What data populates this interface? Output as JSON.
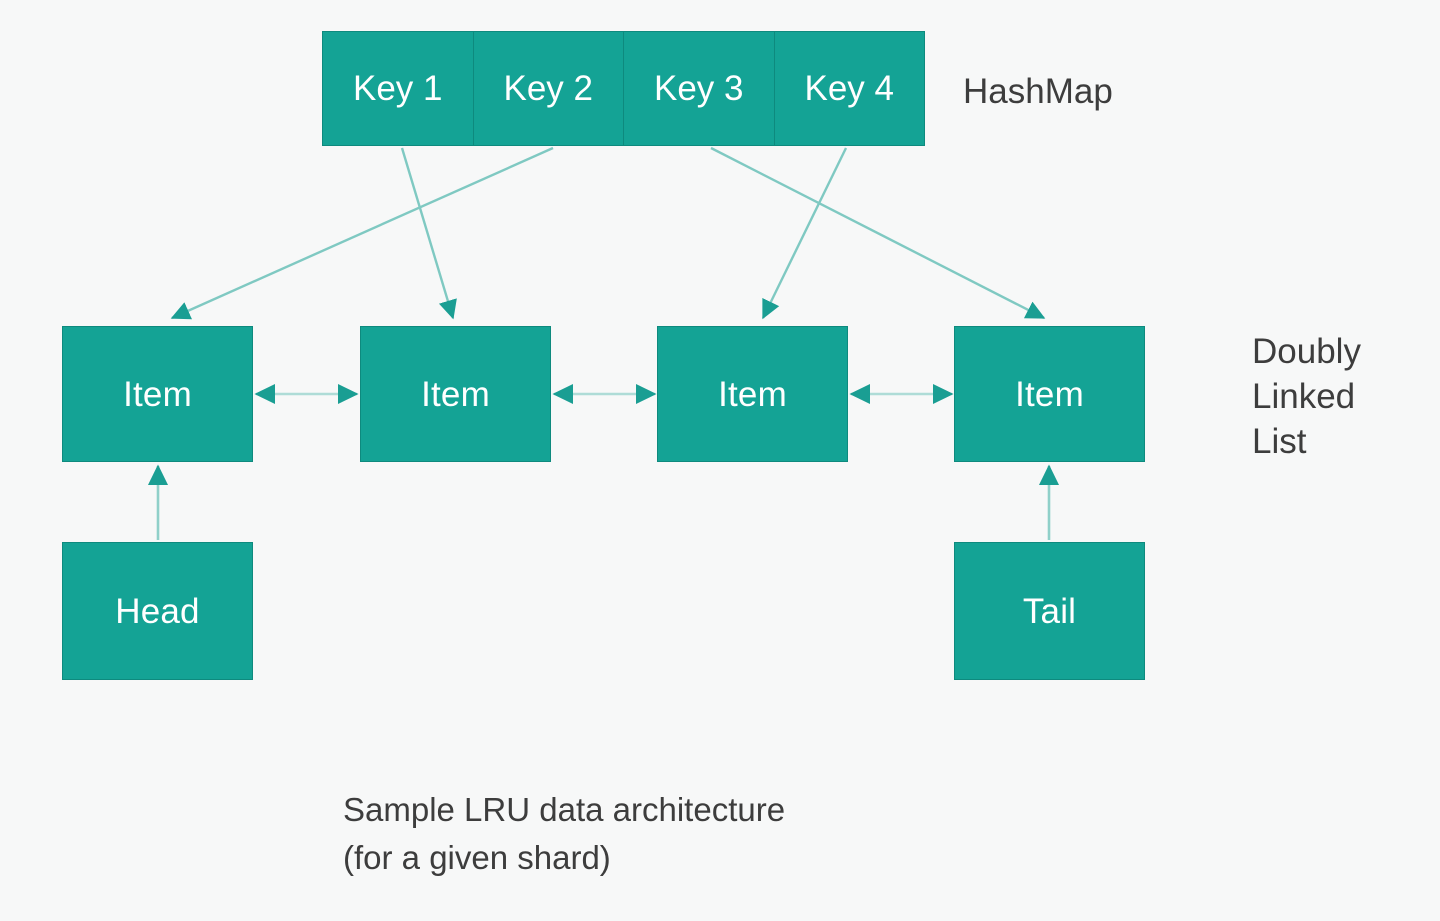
{
  "diagram": {
    "background_color": "#f7f8f8",
    "node_fill_color": "#14a395",
    "node_border_color": "#0e8a7e",
    "node_text_color": "#ffffff",
    "edge_color": "#7fc9c2",
    "caption_text_color": "#3d3d3d",
    "hashmap": {
      "caption": "HashMap",
      "cells": [
        {
          "label": "Key 1"
        },
        {
          "label": "Key 2"
        },
        {
          "label": "Key 3"
        },
        {
          "label": "Key 4"
        }
      ]
    },
    "linked_list": {
      "caption": "Doubly\nLinked\nList",
      "items": [
        {
          "label": "Item"
        },
        {
          "label": "Item"
        },
        {
          "label": "Item"
        },
        {
          "label": "Item"
        }
      ],
      "endpoints": {
        "head": "Head",
        "tail": "Tail"
      }
    },
    "edges": {
      "hashmap_to_item": [
        {
          "from": "Key 1",
          "to": "Item 2"
        },
        {
          "from": "Key 2",
          "to": "Item 1"
        },
        {
          "from": "Key 3",
          "to": "Item 4"
        },
        {
          "from": "Key 4",
          "to": "Item 3"
        }
      ],
      "item_to_item": [
        {
          "from": "Item 1",
          "to": "Item 2",
          "bidirectional": true
        },
        {
          "from": "Item 2",
          "to": "Item 3",
          "bidirectional": true
        },
        {
          "from": "Item 3",
          "to": "Item 4",
          "bidirectional": true
        }
      ],
      "endpoint_to_item": [
        {
          "from": "Head",
          "to": "Item 1"
        },
        {
          "from": "Tail",
          "to": "Item 4"
        }
      ]
    },
    "caption": "Sample LRU data architecture\n(for a given shard)"
  }
}
